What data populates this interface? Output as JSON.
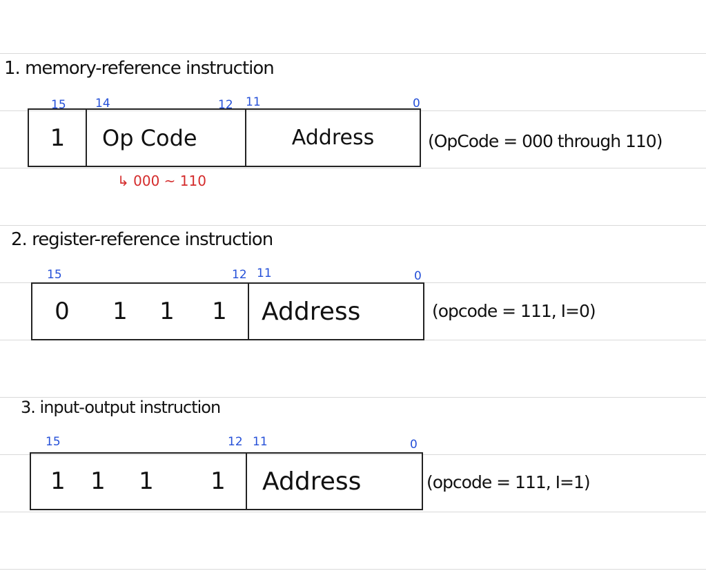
{
  "sections": [
    {
      "heading": "1. memory-reference instruction",
      "bits": {
        "b15": "15",
        "b14": "14",
        "b12": "12",
        "b11": "11",
        "b0": "0"
      },
      "fields": {
        "i_bit": "1",
        "opcode": "Op Code",
        "address": "Address"
      },
      "note": "(OpCode = 000 through 110)",
      "annotation": "↳ 000 ~ 110"
    },
    {
      "heading": "2. register-reference instruction",
      "bits": {
        "b15": "15",
        "b12": "12",
        "b11": "11",
        "b0": "0"
      },
      "fields": {
        "bits": [
          "0",
          "1",
          "1",
          "1"
        ],
        "address": "Address"
      },
      "note": "(opcode = 111, I=0)"
    },
    {
      "heading": "3. input-output instruction",
      "bits": {
        "b15": "15",
        "b12": "12",
        "b11": "11",
        "b0": "0"
      },
      "fields": {
        "bits": [
          "1",
          "1",
          "1",
          "1"
        ],
        "address": "Address"
      },
      "note": "(opcode = 111, I=1)"
    }
  ]
}
